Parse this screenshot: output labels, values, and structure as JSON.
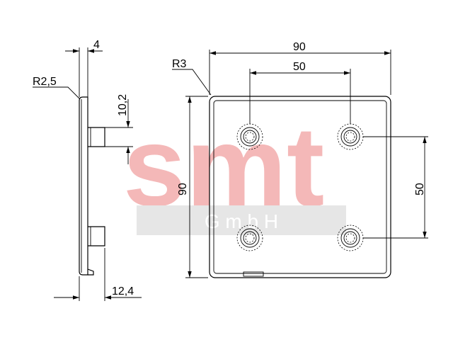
{
  "watermark": {
    "logo_text": "smt",
    "sub_text": "G m b H",
    "logo_color": "#f4b8b8",
    "bar_color": "#e6e6e6",
    "sub_color": "#ffffff"
  },
  "side_view": {
    "dim_thickness": "4",
    "dim_corner_radius": "R2,5",
    "dim_pin_diameter": "10,2",
    "dim_total_depth": "12,4"
  },
  "front_view": {
    "dim_corner_radius": "R3",
    "dim_width": "90",
    "dim_hole_spacing_x": "50",
    "dim_height": "90",
    "dim_hole_spacing_y": "50"
  },
  "colors": {
    "line": "#000000",
    "background": "#ffffff"
  }
}
